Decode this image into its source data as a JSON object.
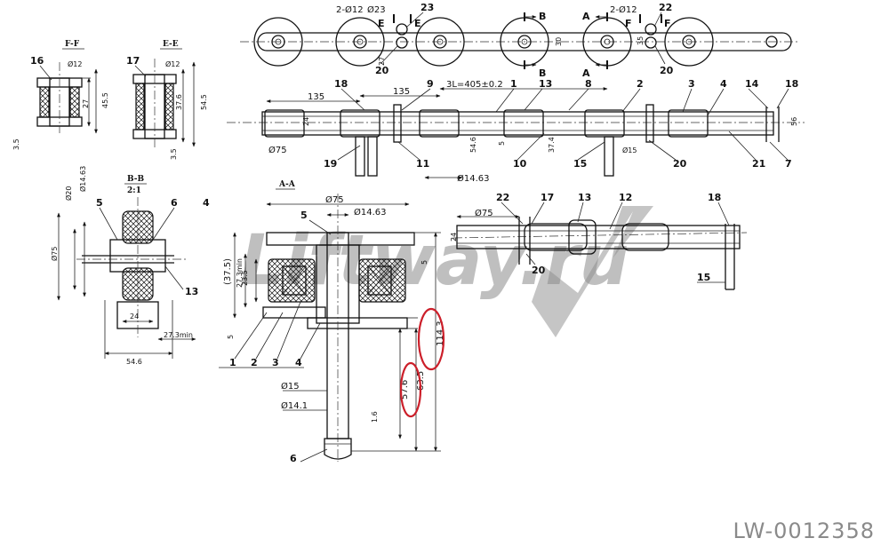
{
  "watermark": {
    "text": "Liftway.ru"
  },
  "code": "LW-0012358",
  "top_view": {
    "dims": [
      "2-Ø12",
      "Ø23",
      "2-Ø12",
      "30",
      "27",
      "35"
    ],
    "labels": [
      "23",
      "22",
      "20",
      "20",
      "E",
      "E",
      "F",
      "F",
      "B",
      "B",
      "A",
      "A"
    ]
  },
  "side_view": {
    "dims": [
      "135",
      "135",
      "3L=405±0.2",
      "24",
      "Ø75",
      "54.6",
      "5",
      "37.4",
      "Ø14.63",
      "Ø15",
      "56"
    ],
    "labels": [
      "18",
      "9",
      "1",
      "13",
      "8",
      "2",
      "3",
      "4",
      "14",
      "18",
      "19",
      "11",
      "10",
      "15",
      "20",
      "21",
      "7"
    ]
  },
  "section_ff": {
    "title": "F-F",
    "label": "16",
    "dims": [
      "Ø12",
      "27",
      "45.5",
      "3.5"
    ]
  },
  "section_ee": {
    "title": "E-E",
    "label": "17",
    "dims": [
      "Ø12",
      "37.6",
      "54.5",
      "3.5"
    ]
  },
  "section_bb": {
    "title": "B-B",
    "scale": "2:1",
    "labels": [
      "5",
      "6",
      "4",
      "13"
    ],
    "dims": [
      "Ø20",
      "Ø14.63",
      "Ø75",
      "24",
      "27.3min",
      "54.6"
    ]
  },
  "section_aa": {
    "title": "A-A",
    "labels": [
      "5",
      "1",
      "2",
      "3",
      "4",
      "6"
    ],
    "dims": [
      "Ø75",
      "Ø14.63",
      "(37.5)",
      "27.3min",
      "23.5",
      "5",
      "5",
      "Ø15",
      "Ø14.1",
      "57.6",
      "1.6",
      "63.5",
      "114.3"
    ]
  },
  "iso_view": {
    "labels": [
      "22",
      "17",
      "13",
      "12",
      "18",
      "20",
      "15"
    ],
    "dims": [
      "Ø75",
      "24"
    ]
  }
}
